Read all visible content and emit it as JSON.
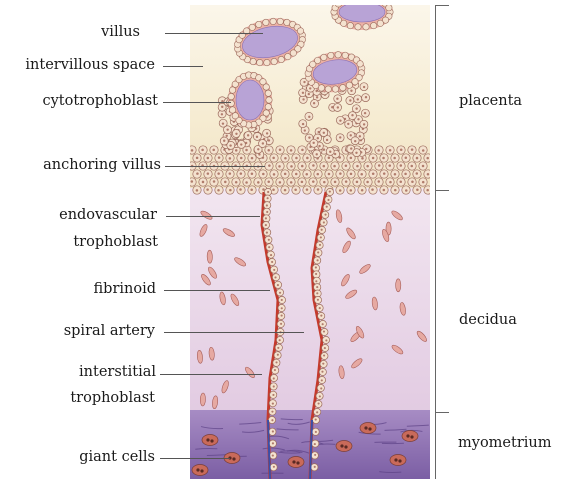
{
  "labels": {
    "villus": "villus",
    "intervillous_space": "intervillous space",
    "cytotrophoblast": "cytotrophoblast",
    "anchoring_villus": "anchoring villus",
    "endovascular_1": "endovascular",
    "endovascular_2": "trophoblast",
    "fibrinoid": "fibrinoid",
    "spiral_artery": "spiral artery",
    "interstitial_1": "interstitial",
    "interstitial_2": "trophoblast",
    "giant_cells": "giant cells"
  },
  "regions": {
    "placenta": "placenta",
    "decidua": "decidua",
    "myometrium": "myometrium"
  },
  "colors": {
    "placenta_bg": "#f7eed6",
    "decidua_bg": "#ecdcec",
    "myometrium_bg": "#8e6fb0",
    "villus_core": "#b8a3d6",
    "villus_rim": "#e9a49a",
    "cell_fill": "#f4e2cf",
    "cell_stroke": "#9b6a5c",
    "artery_red": "#c43a2c",
    "artery_blue": "#3a4fa8",
    "giant_cell": "#c96a5a",
    "decidual_cell": "#e6a9a2"
  }
}
